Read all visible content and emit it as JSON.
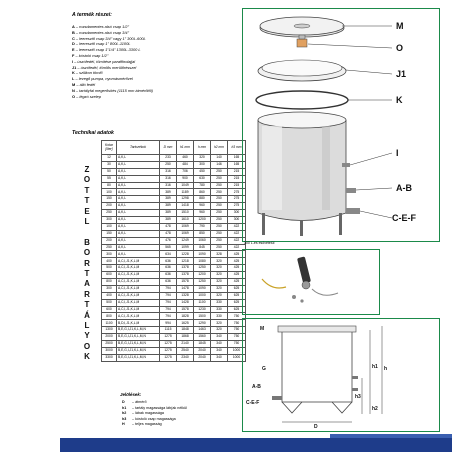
{
  "parts": {
    "title": "A termék részei:",
    "items": [
      {
        "key": "A",
        "text": "rozsdamentes alsó csap 1/2\""
      },
      {
        "key": "B",
        "text": "rozsdamentes alsó csap 3/4\""
      },
      {
        "key": "C",
        "text": "leeresztő csap 3/4\" vagy 1\" 300L-600L"
      },
      {
        "key": "D",
        "text": "leeresztő csap 1\" 800L-1100L"
      },
      {
        "key": "E",
        "text": "leeresztő csap 1\"1/4\" 1300L-3300 L"
      },
      {
        "key": "F",
        "text": "kóstoló csap 1/2\""
      },
      {
        "key": "I",
        "text": "úszófedél, tömítése paraffinolajjal"
      },
      {
        "key": "J1",
        "text": "úszófedél, tömlős merülőrésszel"
      },
      {
        "key": "K",
        "text": "szilikon tömlő"
      },
      {
        "key": "L",
        "text": "levegő pumpa, nyomásmérővel"
      },
      {
        "key": "M",
        "text": "álló fedél"
      },
      {
        "key": "N",
        "text": "tartályfal megerősítés (1115 mm átmérőtől)"
      },
      {
        "key": "O",
        "text": "légzó szelep"
      }
    ]
  },
  "tech": {
    "title": "Technikai adatok",
    "side_label": [
      "Z",
      "O",
      "T",
      "T",
      "E",
      "L",
      "",
      "B",
      "O",
      "R",
      "T",
      "A",
      "R",
      "T",
      "Á",
      "L",
      "Y",
      "O",
      "K"
    ],
    "headers": [
      "Kotar [liter]",
      "Tartozékok",
      "D mm",
      "h1 mm",
      "h mm",
      "h2 mm",
      "h3 mm"
    ],
    "rows": [
      [
        "12",
        "A,K,L",
        "233",
        "460",
        "320",
        "140",
        "165"
      ],
      [
        "30",
        "A,K,L",
        "250",
        "484",
        "300",
        "146",
        "165"
      ],
      [
        "50",
        "A,K,L",
        "316",
        "706",
        "450",
        "250",
        "215"
      ],
      [
        "55",
        "A,K,L",
        "316",
        "900",
        "630",
        "250",
        "215"
      ],
      [
        "80",
        "A,K,L",
        "316",
        "1049",
        "780",
        "250",
        "215"
      ],
      [
        "100",
        "A,K,L",
        "389",
        "1189",
        "860",
        "250",
        "275"
      ],
      [
        "150",
        "A,K,L",
        "389",
        "1298",
        "880",
        "250",
        "275"
      ],
      [
        "200",
        "A,K,L",
        "389",
        "1418",
        "960",
        "250",
        "275"
      ],
      [
        "250",
        "A,K,L",
        "389",
        "1510",
        "960",
        "250",
        "300"
      ],
      [
        "300",
        "A,K,L",
        "389",
        "1610",
        "1200",
        "250",
        "300"
      ],
      [
        "100",
        "A,K,L",
        "478",
        "1069",
        "790",
        "250",
        "422"
      ],
      [
        "150",
        "A,K,L",
        "478",
        "1069",
        "850",
        "250",
        "422"
      ],
      [
        "200",
        "A,K,L",
        "476",
        "1249",
        "1060",
        "250",
        "422"
      ],
      [
        "250",
        "A,K,L",
        "565",
        "1099",
        "845",
        "250",
        "422"
      ],
      [
        "300",
        "A,K,L",
        "634",
        "1228",
        "1090",
        "328",
        "425"
      ],
      [
        "400",
        "A,C,I,J1,K,L,M",
        "636",
        "1218",
        "1080",
        "320",
        "425"
      ],
      [
        "500",
        "A,C,I,J1,K,L,M",
        "636",
        "1378",
        "1250",
        "320",
        "425"
      ],
      [
        "600",
        "A,C,I,J1,K,L,M",
        "636",
        "1378",
        "1200",
        "320",
        "425"
      ],
      [
        "800",
        "A,C,I,J1,K,L,M",
        "636",
        "1578",
        "1250",
        "320",
        "425"
      ],
      [
        "300",
        "A,C,I,J1,K,L,M",
        "794",
        "1478",
        "1090",
        "320",
        "625"
      ],
      [
        "400",
        "A,C,I,J1,K,L,M",
        "794",
        "1328",
        "1000",
        "320",
        "625"
      ],
      [
        "500",
        "A,C,I,J1,K,L,M",
        "794",
        "1428",
        "1100",
        "330",
        "625"
      ],
      [
        "600",
        "A,C,I,J1,K,L,M",
        "794",
        "1578",
        "1230",
        "330",
        "625"
      ],
      [
        "800",
        "A,C,I,J1,K,L,M",
        "794",
        "1828",
        "1500",
        "330",
        "750"
      ],
      [
        "1100",
        "B,D,I,J1,K,L,M",
        "994",
        "1625",
        "1290",
        "320",
        "750"
      ],
      [
        "1300",
        "B,E,G,I,J1,K,L,M,N",
        "1115",
        "1848",
        "1463",
        "320",
        "750"
      ],
      [
        "2000",
        "B,E,G,I,J1,K,L,M,N",
        "1275",
        "1868",
        "1560",
        "340",
        "750"
      ],
      [
        "2500",
        "B,E,G,I,J1,K,L,M,N",
        "1275",
        "2140",
        "1845",
        "340",
        "750"
      ],
      [
        "3000",
        "B,E,G,I,J1,K,L,M,N",
        "1275",
        "2540",
        "2040",
        "340",
        "1000"
      ],
      [
        "3300",
        "B,E,G,I,J1,K,L,M,N",
        "1275",
        "2340",
        "2040",
        "340",
        "1000"
      ]
    ]
  },
  "legend": {
    "title": "Jelölések:",
    "items": [
      {
        "key": "D",
        "text": "átmérő"
      },
      {
        "key": "h1",
        "text": "tartály magassága láb(ak nélkül"
      },
      {
        "key": "h2",
        "text": "lábak magassága"
      },
      {
        "key": "h3",
        "text": "kóstoló csap magassága"
      },
      {
        "key": "H",
        "text": "teljes magasság"
      }
    ]
  },
  "diagram_top": {
    "labels": [
      "M",
      "O",
      "J1",
      "K",
      "I",
      "A-B",
      "C-E-F"
    ]
  },
  "diagram_mid": {
    "caption": "300 L-es esővételül"
  },
  "diagram_bottom": {
    "labels": [
      "M",
      "G",
      "A-B",
      "C-E-F",
      "D",
      "h1",
      "h",
      "h2",
      "h3"
    ]
  }
}
